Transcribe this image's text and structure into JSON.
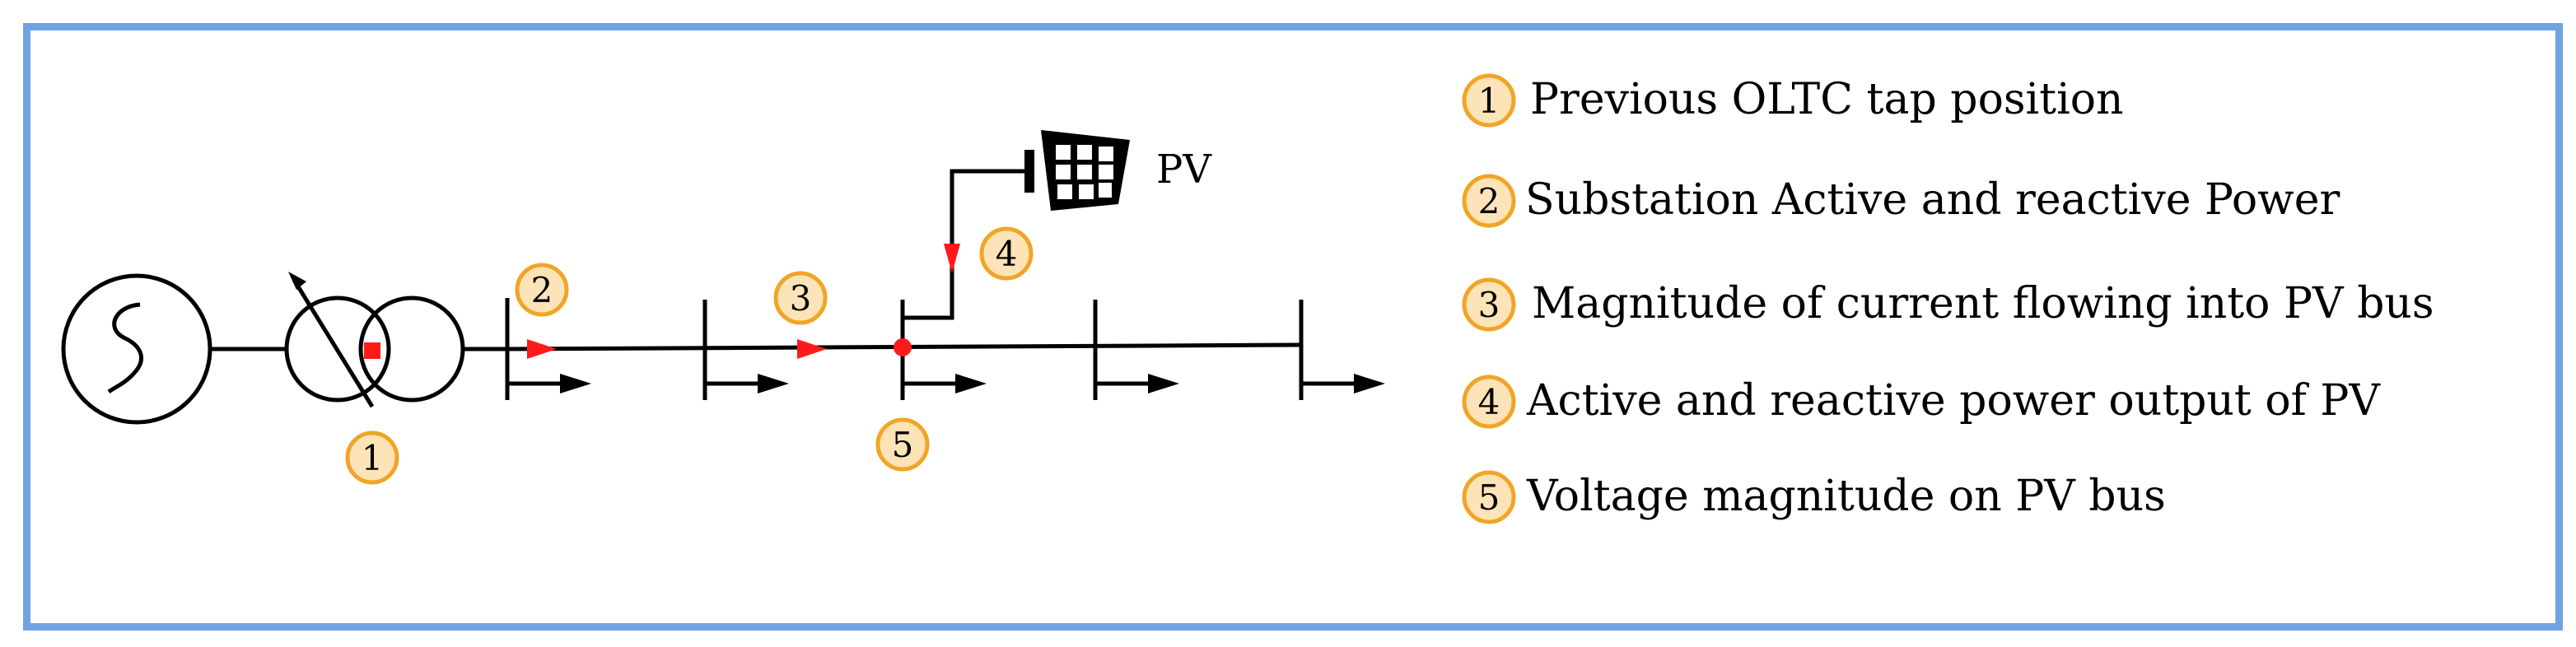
{
  "colors": {
    "frame": "#6fa3e3",
    "line": "#000000",
    "flow_marker": "#ff1a1a",
    "badge_fill": "#fde3b8",
    "badge_stroke": "#f0a526"
  },
  "diagram": {
    "pv_label": "PV",
    "badges": {
      "b1": "1",
      "b2": "2",
      "b3": "3",
      "b4": "4",
      "b5": "5"
    }
  },
  "legend": [
    {
      "num": "1",
      "text": "Previous OLTC tap position"
    },
    {
      "num": "2",
      "text": "Substation Active and reactive Power"
    },
    {
      "num": "3",
      "text": "Magnitude of current flowing into PV bus"
    },
    {
      "num": "4",
      "text": "Active and reactive power output of PV"
    },
    {
      "num": "5",
      "text": "Voltage magnitude on PV bus"
    }
  ],
  "icons": {
    "generator": "ac-source-icon",
    "transformer": "oltc-transformer-icon",
    "pv_panel": "pv-panel-icon"
  }
}
